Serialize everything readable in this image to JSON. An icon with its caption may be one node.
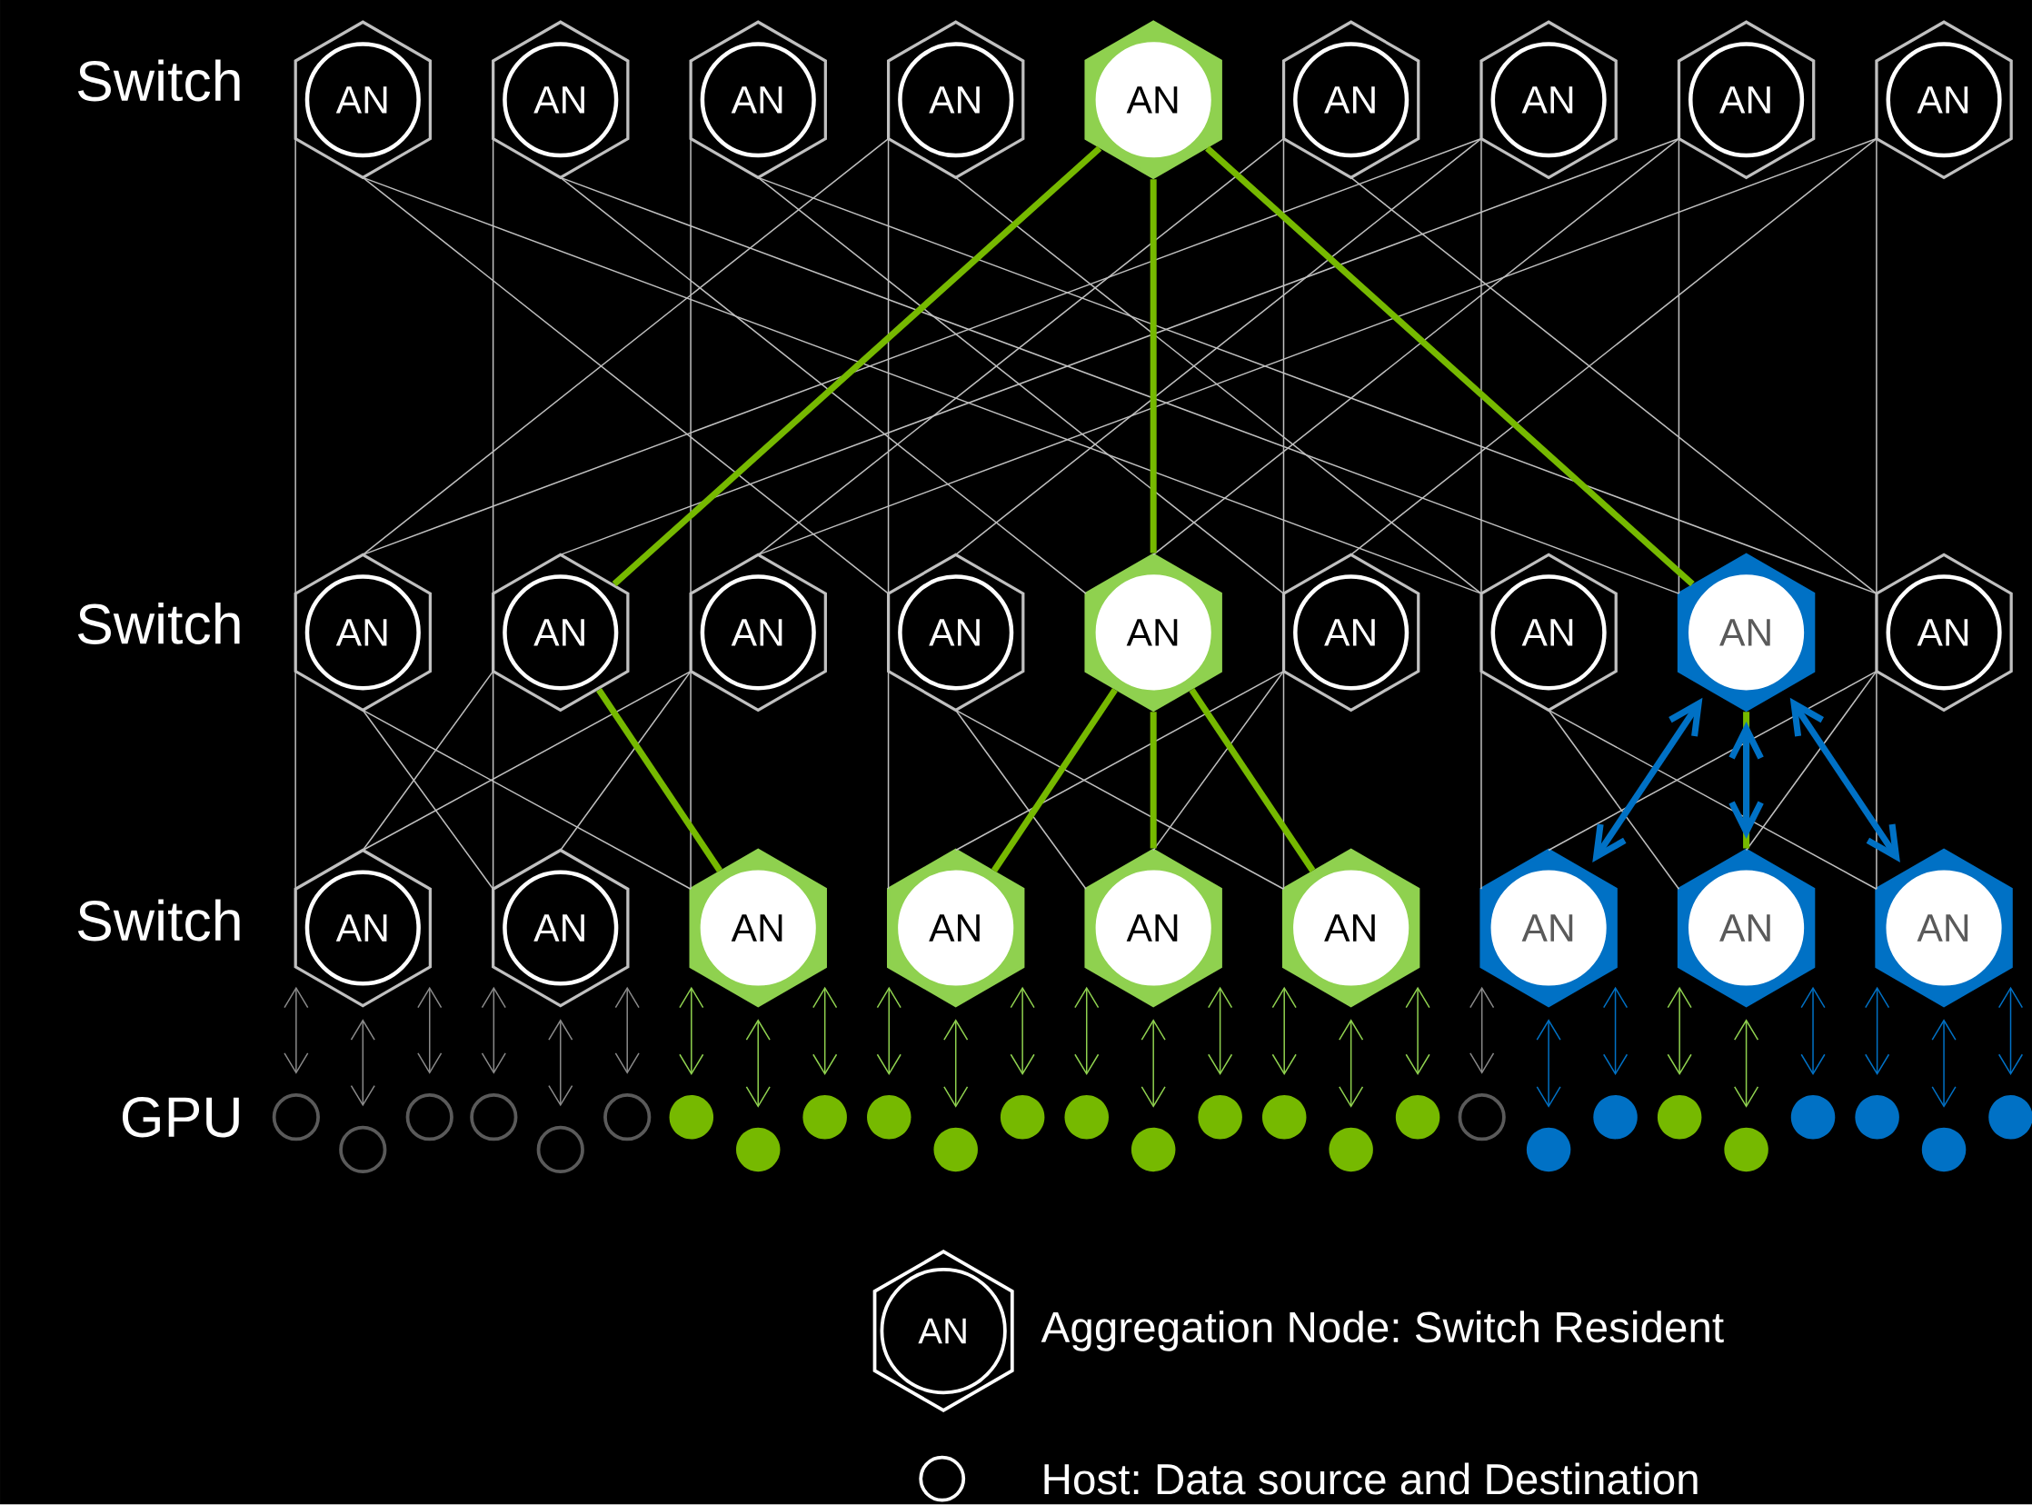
{
  "diagram": {
    "nodes": [
      {
        "text": [
          "AN"
        ]
      },
      {
        "text": [
          "AN"
        ]
      },
      {
        "text": [
          "AN"
        ]
      },
      {
        "text": [
          "AN"
        ]
      },
      {
        "text": [
          "AN"
        ]
      },
      {
        "text": [
          "AN"
        ]
      },
      {
        "text": [
          "AN"
        ]
      },
      {
        "text": [
          "AN"
        ]
      },
      {
        "text": [
          "AN"
        ]
      },
      {
        "text": [
          "AN"
        ]
      },
      {
        "text": [
          "AN"
        ]
      },
      {
        "text": [
          "AN"
        ]
      },
      {
        "text": [
          "AN"
        ]
      },
      {
        "text": [
          "AN"
        ]
      },
      {
        "text": [
          "AN"
        ]
      },
      {
        "text": [
          "AN"
        ]
      },
      {
        "text": [
          "AN"
        ]
      },
      {
        "text": [
          "AN"
        ]
      },
      {
        "text": [
          "AN"
        ]
      },
      {
        "text": [
          "AN"
        ]
      },
      {
        "text": [
          "AN"
        ]
      },
      {
        "text": [
          "AN"
        ]
      },
      {
        "text": [
          "AN"
        ]
      },
      {
        "text": [
          "AN"
        ]
      },
      {
        "text": [
          "AN"
        ]
      },
      {
        "text": [
          "AN"
        ]
      },
      {
        "text": [
          "AN"
        ]
      },
      {
        "text": [],
        "shape": "circle"
      },
      {
        "text": [],
        "shape": "circle"
      },
      {
        "text": [],
        "shape": "circle"
      },
      {
        "text": [],
        "shape": "circle"
      },
      {
        "text": [],
        "shape": "circle"
      },
      {
        "text": [],
        "shape": "circle"
      },
      {
        "text": [],
        "shape": "circle"
      },
      {
        "text": [],
        "shape": "circle"
      },
      {
        "text": [],
        "shape": "circle"
      },
      {
        "text": [],
        "shape": "circle"
      },
      {
        "text": [],
        "shape": "circle"
      },
      {
        "text": [],
        "shape": "circle"
      },
      {
        "text": [],
        "shape": "circle"
      },
      {
        "text": [],
        "shape": "circle"
      },
      {
        "text": [],
        "shape": "circle"
      },
      {
        "text": [],
        "shape": "circle"
      },
      {
        "text": [],
        "shape": "circle"
      },
      {
        "text": [],
        "shape": "circle"
      },
      {
        "text": [],
        "shape": "circle"
      },
      {
        "text": [],
        "shape": "circle"
      },
      {
        "text": [],
        "shape": "circle"
      },
      {
        "text": [],
        "shape": "circle"
      },
      {
        "text": [],
        "shape": "circle"
      },
      {
        "text": [],
        "shape": "circle"
      },
      {
        "text": [],
        "shape": "circle"
      },
      {
        "text": [],
        "shape": "circle"
      },
      {
        "text": [],
        "shape": "circle"
      }
    ],
    "edges": [
      {
        "from": 0,
        "to": 9,
        "arrow": "none"
      },
      {
        "from": 0,
        "to": 12,
        "arrow": "none"
      },
      {
        "from": 0,
        "to": 15,
        "arrow": "none"
      },
      {
        "from": 1,
        "to": 10,
        "arrow": "none"
      },
      {
        "from": 1,
        "to": 13,
        "arrow": "none"
      },
      {
        "from": 1,
        "to": 16,
        "arrow": "none"
      },
      {
        "from": 2,
        "to": 11,
        "arrow": "none"
      },
      {
        "from": 2,
        "to": 14,
        "arrow": "none"
      },
      {
        "from": 2,
        "to": 17,
        "arrow": "none"
      },
      {
        "from": 3,
        "to": 9,
        "arrow": "none"
      },
      {
        "from": 3,
        "to": 12,
        "arrow": "none"
      },
      {
        "from": 3,
        "to": 15,
        "arrow": "none"
      },
      {
        "from": 4,
        "to": 10,
        "arrow": "none",
        "style": "thick",
        "color": "#76b900"
      },
      {
        "from": 4,
        "to": 13,
        "arrow": "none",
        "style": "thick",
        "color": "#76b900"
      },
      {
        "from": 4,
        "to": 16,
        "arrow": "none",
        "style": "thick",
        "color": "#76b900"
      },
      {
        "from": 5,
        "to": 11,
        "arrow": "none"
      },
      {
        "from": 5,
        "to": 14,
        "arrow": "none"
      },
      {
        "from": 5,
        "to": 17,
        "arrow": "none"
      },
      {
        "from": 6,
        "to": 9,
        "arrow": "none"
      },
      {
        "from": 6,
        "to": 12,
        "arrow": "none"
      },
      {
        "from": 6,
        "to": 15,
        "arrow": "none"
      },
      {
        "from": 7,
        "to": 10,
        "arrow": "none"
      },
      {
        "from": 7,
        "to": 13,
        "arrow": "none"
      },
      {
        "from": 7,
        "to": 16,
        "arrow": "none"
      },
      {
        "from": 8,
        "to": 11,
        "arrow": "none"
      },
      {
        "from": 8,
        "to": 14,
        "arrow": "none"
      },
      {
        "from": 8,
        "to": 17,
        "arrow": "none"
      },
      {
        "from": 9,
        "to": 18,
        "arrow": "none"
      },
      {
        "from": 9,
        "to": 19,
        "arrow": "none"
      },
      {
        "from": 9,
        "to": 20,
        "arrow": "none"
      },
      {
        "from": 10,
        "to": 18,
        "arrow": "none"
      },
      {
        "from": 10,
        "to": 19,
        "arrow": "none"
      },
      {
        "from": 10,
        "to": 20,
        "arrow": "none",
        "style": "thick",
        "color": "#76b900"
      },
      {
        "from": 11,
        "to": 18,
        "arrow": "none"
      },
      {
        "from": 11,
        "to": 19,
        "arrow": "none"
      },
      {
        "from": 11,
        "to": 20,
        "arrow": "none"
      },
      {
        "from": 12,
        "to": 21,
        "arrow": "none"
      },
      {
        "from": 12,
        "to": 22,
        "arrow": "none"
      },
      {
        "from": 12,
        "to": 23,
        "arrow": "none"
      },
      {
        "from": 13,
        "to": 21,
        "arrow": "none",
        "style": "thick",
        "color": "#76b900"
      },
      {
        "from": 13,
        "to": 22,
        "arrow": "none",
        "style": "thick",
        "color": "#76b900"
      },
      {
        "from": 13,
        "to": 23,
        "arrow": "none",
        "style": "thick",
        "color": "#76b900"
      },
      {
        "from": 14,
        "to": 21,
        "arrow": "none"
      },
      {
        "from": 14,
        "to": 22,
        "arrow": "none"
      },
      {
        "from": 14,
        "to": 23,
        "arrow": "none"
      },
      {
        "from": 15,
        "to": 24,
        "arrow": "none"
      },
      {
        "from": 15,
        "to": 25,
        "arrow": "none"
      },
      {
        "from": 15,
        "to": 26,
        "arrow": "none"
      },
      {
        "from": 16,
        "to": 24,
        "arrow": "both",
        "style": "thick",
        "color": "#0071c5"
      },
      {
        "from": 16,
        "to": 25,
        "arrow": "none",
        "style": "thick",
        "color": "#76b900"
      },
      {
        "from": 16,
        "to": 26,
        "arrow": "both",
        "style": "thick",
        "color": "#0071c5"
      },
      {
        "from": 16,
        "to": 25,
        "arrow": "both",
        "style": "thick",
        "color": "#0071c5"
      },
      {
        "from": 17,
        "to": 24,
        "arrow": "none"
      },
      {
        "from": 17,
        "to": 25,
        "arrow": "none"
      },
      {
        "from": 17,
        "to": 26,
        "arrow": "none"
      },
      {
        "from": 18,
        "to": 27,
        "arrow": "both"
      },
      {
        "from": 18,
        "to": 28,
        "arrow": "both"
      },
      {
        "from": 18,
        "to": 29,
        "arrow": "both"
      },
      {
        "from": 19,
        "to": 30,
        "arrow": "both"
      },
      {
        "from": 19,
        "to": 31,
        "arrow": "both"
      },
      {
        "from": 19,
        "to": 32,
        "arrow": "both"
      },
      {
        "from": 20,
        "to": 33,
        "arrow": "both",
        "color": "#8fd14f"
      },
      {
        "from": 20,
        "to": 34,
        "arrow": "both",
        "color": "#8fd14f"
      },
      {
        "from": 20,
        "to": 35,
        "arrow": "both",
        "color": "#8fd14f"
      },
      {
        "from": 21,
        "to": 36,
        "arrow": "both",
        "color": "#8fd14f"
      },
      {
        "from": 21,
        "to": 37,
        "arrow": "both",
        "color": "#8fd14f"
      },
      {
        "from": 21,
        "to": 38,
        "arrow": "both",
        "color": "#8fd14f"
      },
      {
        "from": 22,
        "to": 39,
        "arrow": "both",
        "color": "#8fd14f"
      },
      {
        "from": 22,
        "to": 40,
        "arrow": "both",
        "color": "#8fd14f"
      },
      {
        "from": 22,
        "to": 41,
        "arrow": "both",
        "color": "#8fd14f"
      },
      {
        "from": 23,
        "to": 42,
        "arrow": "both",
        "color": "#8fd14f"
      },
      {
        "from": 23,
        "to": 43,
        "arrow": "both",
        "color": "#8fd14f"
      },
      {
        "from": 23,
        "to": 44,
        "arrow": "both",
        "color": "#8fd14f"
      },
      {
        "from": 24,
        "to": 45,
        "arrow": "both"
      },
      {
        "from": 24,
        "to": 46,
        "arrow": "both",
        "color": "#0071c5"
      },
      {
        "from": 24,
        "to": 47,
        "arrow": "both",
        "color": "#0071c5"
      },
      {
        "from": 25,
        "to": 48,
        "arrow": "both",
        "color": "#8fd14f"
      },
      {
        "from": 25,
        "to": 49,
        "arrow": "both",
        "color": "#8fd14f"
      },
      {
        "from": 25,
        "to": 50,
        "arrow": "both",
        "color": "#0071c5"
      },
      {
        "from": 26,
        "to": 51,
        "arrow": "both",
        "color": "#0071c5"
      },
      {
        "from": 26,
        "to": 52,
        "arrow": "both",
        "color": "#0071c5"
      },
      {
        "from": 26,
        "to": 53,
        "arrow": "both",
        "color": "#0071c5"
      }
    ],
    "labels": [
      "Switch",
      "Switch",
      "Switch",
      "GPU",
      "AN"
    ],
    "legend": [
      {
        "text": "Aggregation Node: Switch Resident"
      },
      {
        "text": "Host: Data source and Destination"
      }
    ]
  }
}
